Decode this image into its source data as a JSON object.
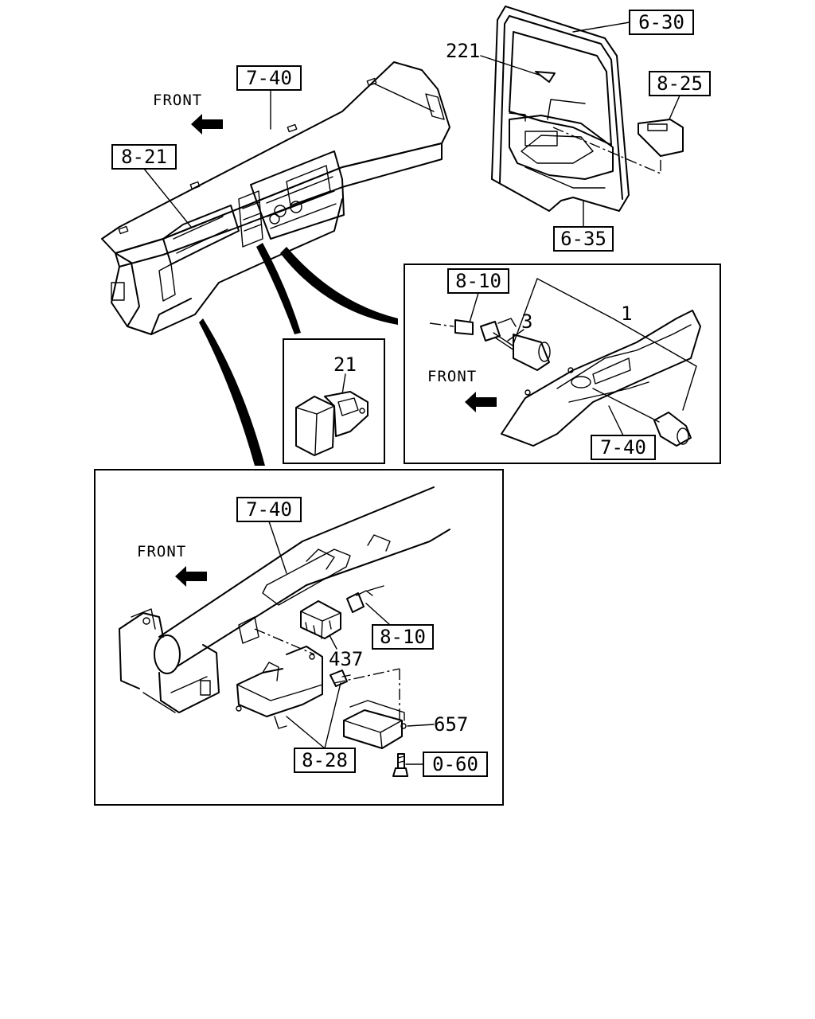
{
  "labels": {
    "top_front": "FRONT",
    "ref_740_top": "7-40",
    "ref_821": "8-21",
    "ref_630": "6-30",
    "num_221": "221",
    "ref_825": "8-25",
    "ref_635": "6-35",
    "ref_810_right": "8-10",
    "num_3": "3",
    "num_1": "1",
    "right_front": "FRONT",
    "ref_740_right": "7-40",
    "num_21": "21",
    "ref_740_bottom": "7-40",
    "bottom_front": "FRONT",
    "ref_810_bottom": "8-10",
    "num_437": "437",
    "num_657": "657",
    "ref_828": "8-28",
    "ref_060": "0-60"
  }
}
